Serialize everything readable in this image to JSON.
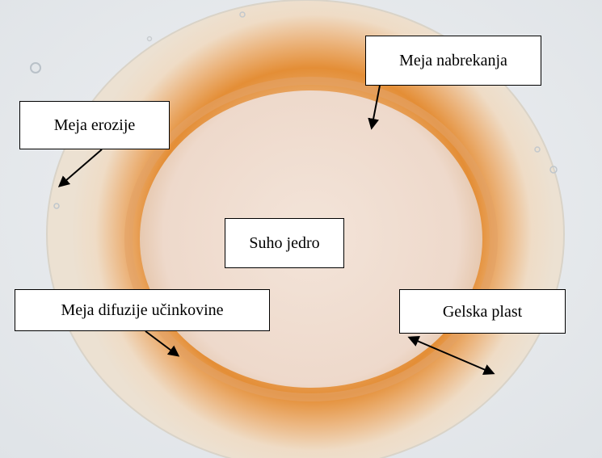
{
  "labels": {
    "meja_nabrekanja": "Meja nabrekanja",
    "meja_erozije": "Meja erozije",
    "suho_jedro": "Suho jedro",
    "meja_difuzije": "Meja difuzije učinkovine",
    "gelska_plast": "Gelska plast"
  },
  "colors": {
    "background": "#e6e9ec",
    "outer_gel": "#ebdcc6",
    "orange_band": "#e48e36",
    "dry_core": "#f0ddd0",
    "label_border": "#000000",
    "arrow": "#000000"
  }
}
